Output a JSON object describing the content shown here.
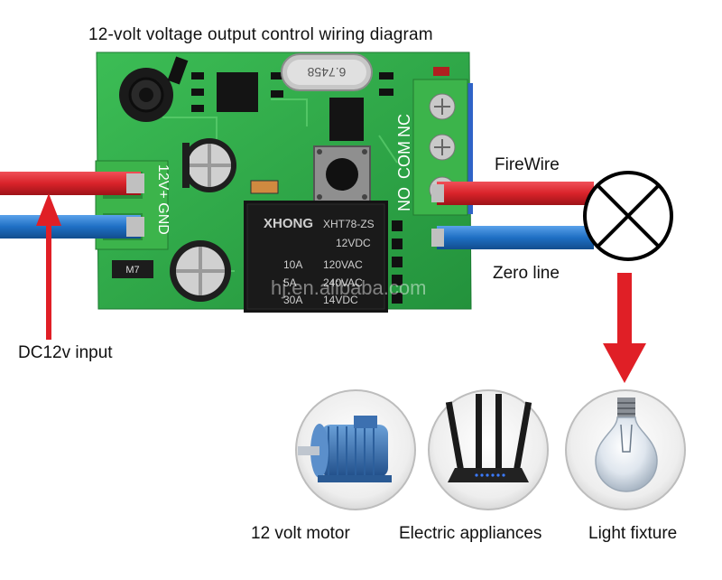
{
  "title": "12-volt voltage output control wiring diagram",
  "labels": {
    "firewire": "FireWire",
    "zero_line": "Zero line",
    "dc_input": "DC12v input"
  },
  "board": {
    "crystal": "6.7458",
    "relay_brand": "XHONG",
    "relay_model": "XHT78-ZS",
    "relay_voltage": "12VDC",
    "relay_rating_1a": "10A",
    "relay_rating_1b": "120VAC",
    "relay_rating_2a": "5A",
    "relay_rating_2b": "240VAC",
    "relay_rating_3a": "30A",
    "relay_rating_3b": "14VDC",
    "terminal_nc": "NC",
    "terminal_com": "COM",
    "terminal_no": "NO",
    "power_label": "12V+ GND",
    "diode_label": "M7",
    "watermark": "hj.en.alibaba.com"
  },
  "devices": [
    {
      "caption": "12 volt motor",
      "icon": "motor-icon"
    },
    {
      "caption": "Electric appliances",
      "icon": "router-icon"
    },
    {
      "caption": "Light fixture",
      "icon": "light-bulb-icon"
    }
  ],
  "colors": {
    "pcb": "#2fa84a",
    "live_wire": "#d9232a",
    "neutral_wire": "#1f6fc4",
    "arrow": "#e01f26",
    "terminal": "#3cb44b"
  }
}
